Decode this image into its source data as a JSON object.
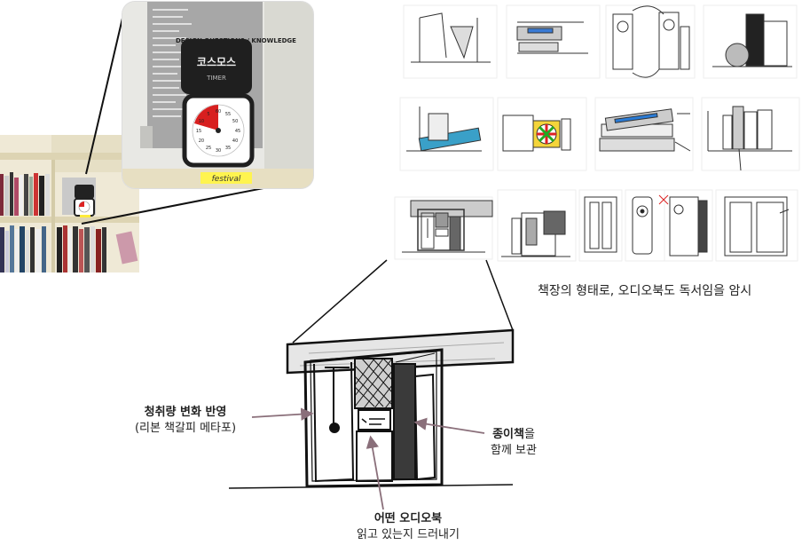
{
  "photo": {
    "timer_brand_top": "코스모스",
    "timer_brand_bottom": "TIMER",
    "book_cover_text": "DESIGN QUESTIONS / KNOWLEDGE",
    "shelf_tag": "festival",
    "timer_ticks": [
      "60",
      "55",
      "50",
      "45",
      "40",
      "35",
      "30",
      "25",
      "20",
      "15",
      "10",
      "5"
    ]
  },
  "captions": {
    "sketch_row_caption": "책장의 형태로, 오디오북도 독서임을 암시"
  },
  "annotations": {
    "listening_title": "청취량 변화 반영",
    "listening_sub": "(리본 책갈피 메타포)",
    "paper_book_title": "종이책",
    "paper_book_suffix": "을",
    "paper_book_sub": "함께 보관",
    "audiobook_title": "어떤 오디오북",
    "audiobook_sub": "읽고 있는지 드러내기"
  }
}
